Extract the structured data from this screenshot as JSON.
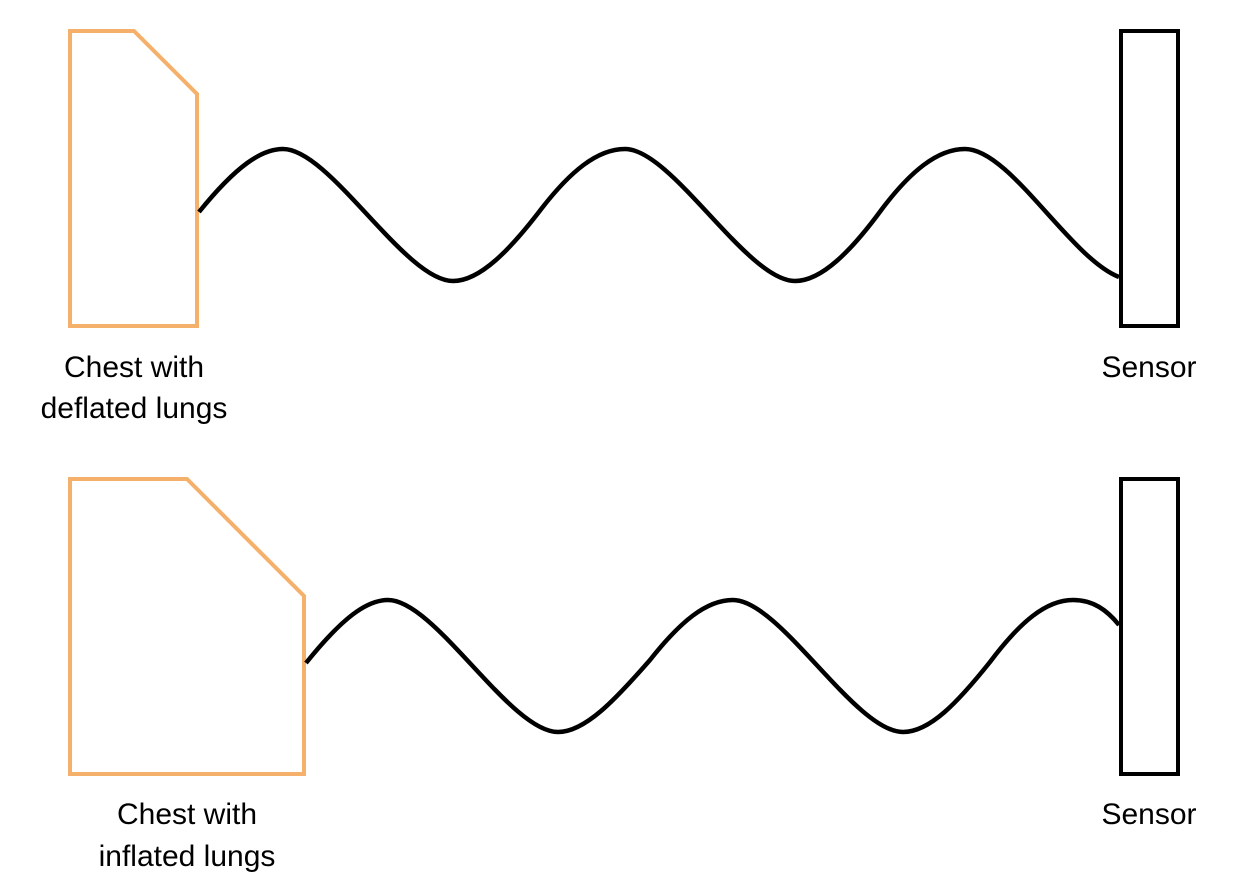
{
  "colors": {
    "chest": "#f5b06b",
    "sensor": "#000000",
    "wave": "#000000",
    "background": "#ffffff"
  },
  "panels": [
    {
      "chest_label_line1": "Chest with",
      "chest_label_line2": "deflated lungs",
      "sensor_label": "Sensor"
    },
    {
      "chest_label_line1": "Chest with",
      "chest_label_line2": "inflated lungs",
      "sensor_label": "Sensor"
    }
  ]
}
